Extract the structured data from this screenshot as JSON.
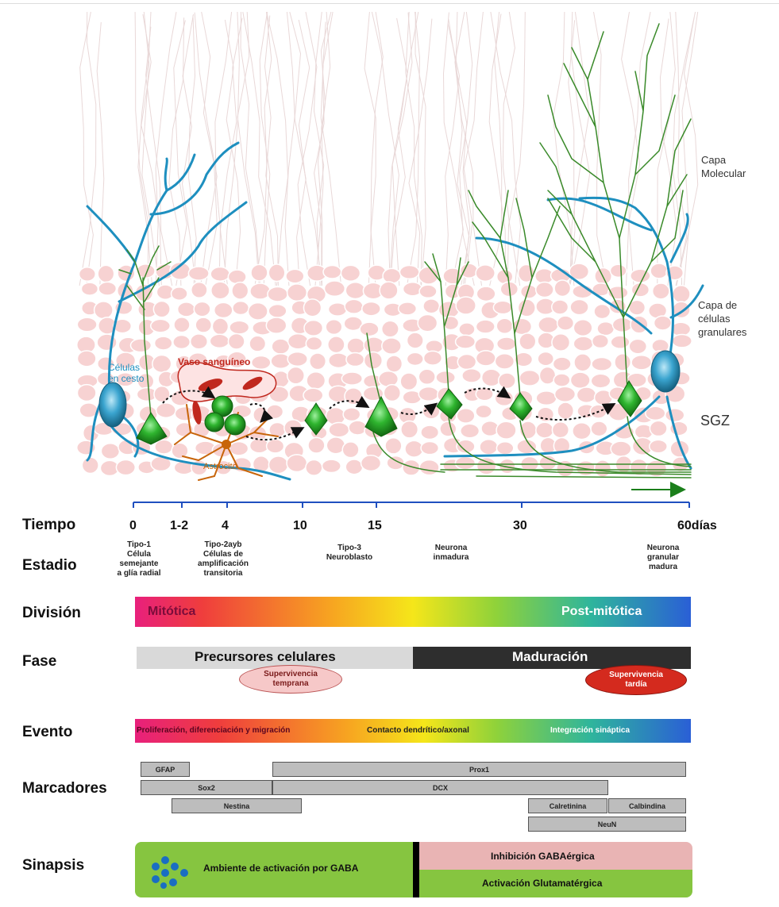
{
  "layers": {
    "molecular": "Capa\nMolecular",
    "granular": "Capa de\ncélulas\ngranulares",
    "sgz": "SGZ"
  },
  "cell_labels": {
    "radial_glia": "Células\nen cesto",
    "blood_vessel": "Vaso sanguíneo",
    "astrocyte": "Astrocito"
  },
  "row_labels": {
    "time": "Tiempo",
    "stage": "Estadio",
    "division": "División",
    "phase": "Fase",
    "event": "Evento",
    "markers": "Marcadores",
    "synapse": "Sinapsis"
  },
  "time_ticks": [
    "0",
    "1-2",
    "4",
    "10",
    "15",
    "30",
    "60días"
  ],
  "stages": {
    "type1": "Tipo-1\nCélula\nsemejante\na glía radial",
    "type2": "Tipo-2ayb\nCélulas de\namplificación\ntransitoria",
    "type3": "Tipo-3\nNeuroblasto",
    "immature": "Neurona\ninmadura",
    "mature": "Neurona\ngranular\nmadura"
  },
  "division": {
    "left": "Mitótica",
    "right": "Post-mitótica"
  },
  "phase": {
    "precursors": "Precursores celulares",
    "maturation": "Maduración",
    "early_survival": "Supervivencia\ntemprana",
    "late_survival": "Supervivencia\ntardía"
  },
  "event": {
    "a": "Proliferación, diferenciación y migración",
    "b": "Contacto dendrítico/axonal",
    "c": "Integración sináptica"
  },
  "markers": {
    "gfap": "GFAP",
    "prox1": "Prox1",
    "sox2": "Sox2",
    "dcx": "DCX",
    "nestina": "Nestina",
    "calretinina": "Calretinina",
    "calbindina": "Calbindina",
    "neun": "NeuN"
  },
  "synapse": {
    "gaba_env": "Ambiente de activación por GABA",
    "gaba_inhib": "Inhibición GABAérgica",
    "glut": "Activación Glutamatérgica"
  },
  "colors": {
    "glia_blue": "#1e8fbf",
    "neuron_green": "#2fb52f",
    "dendrite_green": "#3a8a2a",
    "vessel_red": "#c0281e",
    "astro_orange": "#c8650a",
    "granule_pink": "#f7d2d2",
    "synapse_green": "#86c540",
    "synapse_pink": "#e9b4b4"
  }
}
